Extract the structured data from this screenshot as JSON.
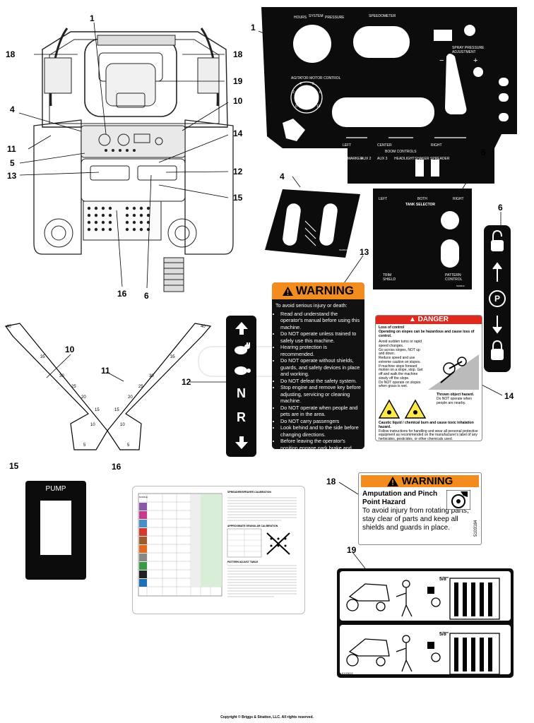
{
  "callouts": {
    "c1_top": "1",
    "c18_left": "18",
    "c18_right": "18",
    "c19": "19",
    "c4": "4",
    "c10": "10",
    "c11": "11",
    "c14": "14",
    "c5": "5",
    "c12": "12",
    "c13": "13",
    "c15": "15",
    "c16": "16",
    "c6": "6",
    "p1": "1",
    "p4": "4",
    "p5": "5",
    "p6": "6",
    "p13": "13",
    "p10": "10",
    "p11": "11",
    "p12": "12",
    "p14": "14",
    "p15": "15",
    "p16": "16",
    "p18": "18",
    "p19": "19"
  },
  "panel1": {
    "speedometer": "SPEEDOMETER",
    "gauge_labels": [
      "HOURS",
      "SYSTEM",
      "PRESSURE"
    ],
    "spray_pressure": "SPRAY PRESSURE ADJUSTMENT",
    "agitator": "AGITATOR MOTOR CONTROL",
    "dial_nums": [
      "0",
      "2",
      "4",
      "6",
      "8",
      "10"
    ],
    "boom_controls": "BOOM CONTROLS",
    "boom_left": "LEFT",
    "boom_center": "CENTER",
    "boom_right": "RIGHT",
    "bottom_labels": [
      "FOAM MARKER",
      "AUX 2",
      "AUX 3",
      "HEADLIGHT",
      "SHAKER",
      "SPREADER"
    ],
    "minus": "−",
    "plus": "+"
  },
  "tank5": {
    "left": "LEFT",
    "both": "BOTH",
    "right": "RIGHT",
    "title": "TANK SELECTOR",
    "trim_shield": "TRIM SHIELD",
    "pattern_control": "PATTERN CONTROL"
  },
  "warning13": {
    "title": "WARNING",
    "intro": "To avoid serious injury or death:",
    "items": [
      "Read and understand the operator's manual before using this machine.",
      "Do NOT operate unless trained to safely use this machine.",
      "Hearing protection is recommended.",
      "Do NOT operate without shields, guards, and safety devices in place and working.",
      "Do NOT defeat the safety system.",
      "Stop engine and remove key before adjusting, servicing or cleaning machine.",
      "Do NOT operate when people and pets are in the area.",
      "Do NOT carry passengers",
      "Look behind and to the side before changing directions.",
      "Before leaving the operator's position engage park brake and stop engine."
    ]
  },
  "danger14": {
    "title": "DANGER",
    "loss_title": "Loss of control",
    "loss_sub": "Operating on slopes can be hazardous and cause loss of control.",
    "loss_items": [
      "Avoid sudden turns or rapid speed changes.",
      "Go across slopes, NOT up and down.",
      "Reduce speed and use extreme caution on slopes.",
      "If machine stops forward motion on a slope, stop. Get off and walk the machine slowly off the slope.",
      "Do NOT operate on slopes when grass is wet."
    ],
    "thrown_title": "Thrown object hazard.",
    "thrown_text": "Do NOT operate when people are nearby.",
    "caustic_title": "Caustic liquid / chemical burn and cause toxic inhalation hazard.",
    "caustic_text": "Follow instructions for handling and wear all personal protective equipment as recommended on the manufacturer's label of any herbicides, pesticides, or other chemicals used."
  },
  "warning18": {
    "title": "WARNING",
    "heading": "Amputation and Pinch Point Hazard",
    "text": "To avoid injury from rotating parts, stay clear of parts and keep all shields and guards in place.",
    "part_no": "5103184"
  },
  "ruler10": {
    "marks": [
      "40",
      "35",
      "30",
      "25",
      "20",
      "15",
      "10",
      "5"
    ]
  },
  "ruler11": {
    "marks": [
      "40",
      "35",
      "30",
      "25",
      "20",
      "15",
      "10",
      "5"
    ]
  },
  "selector12": {
    "n": "N",
    "r": "R"
  },
  "pump15": {
    "label": "PUMP"
  },
  "card16": {
    "section1": "SPREADER/SPRAYER CALIBRATION",
    "section2": "APPROXIMATE GRANULAR CALIBRATION",
    "section3": "PATTERN ADJUST TABLE",
    "col_head": "NOZZLE"
  },
  "decal19": {
    "size_top": "5/8\"",
    "size_bottom": "5/8\"",
    "part_no": "5100619"
  },
  "decal4": {
    "part_no": "5100624"
  },
  "tank5_part": "5100612",
  "footer": "Copyright © Briggs & Stratton, LLC. All rights reserved."
}
